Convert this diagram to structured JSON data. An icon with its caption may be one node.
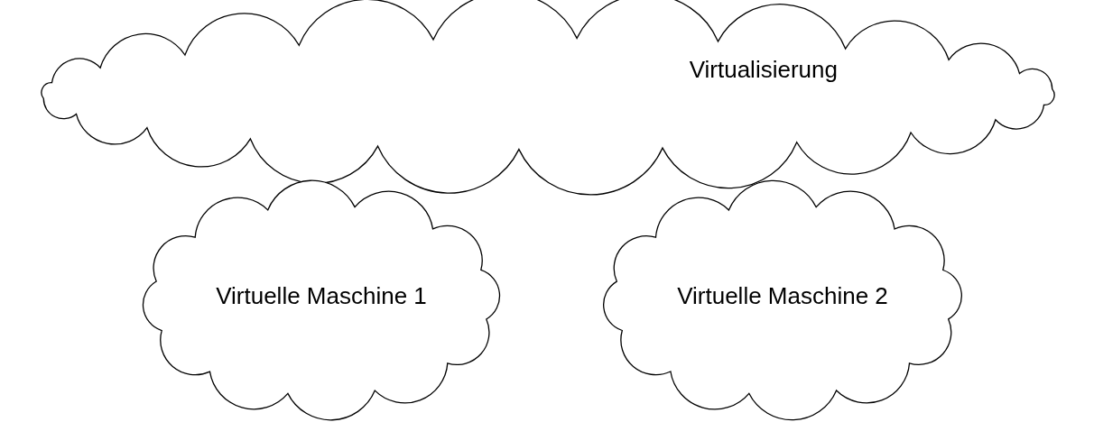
{
  "diagram": {
    "nodes": [
      {
        "text": [
          "Virtualisierung"
        ]
      },
      {
        "text": [
          "Virtuelle Maschine 1"
        ]
      },
      {
        "text": [
          "Virtuelle Maschine 2"
        ]
      }
    ]
  }
}
